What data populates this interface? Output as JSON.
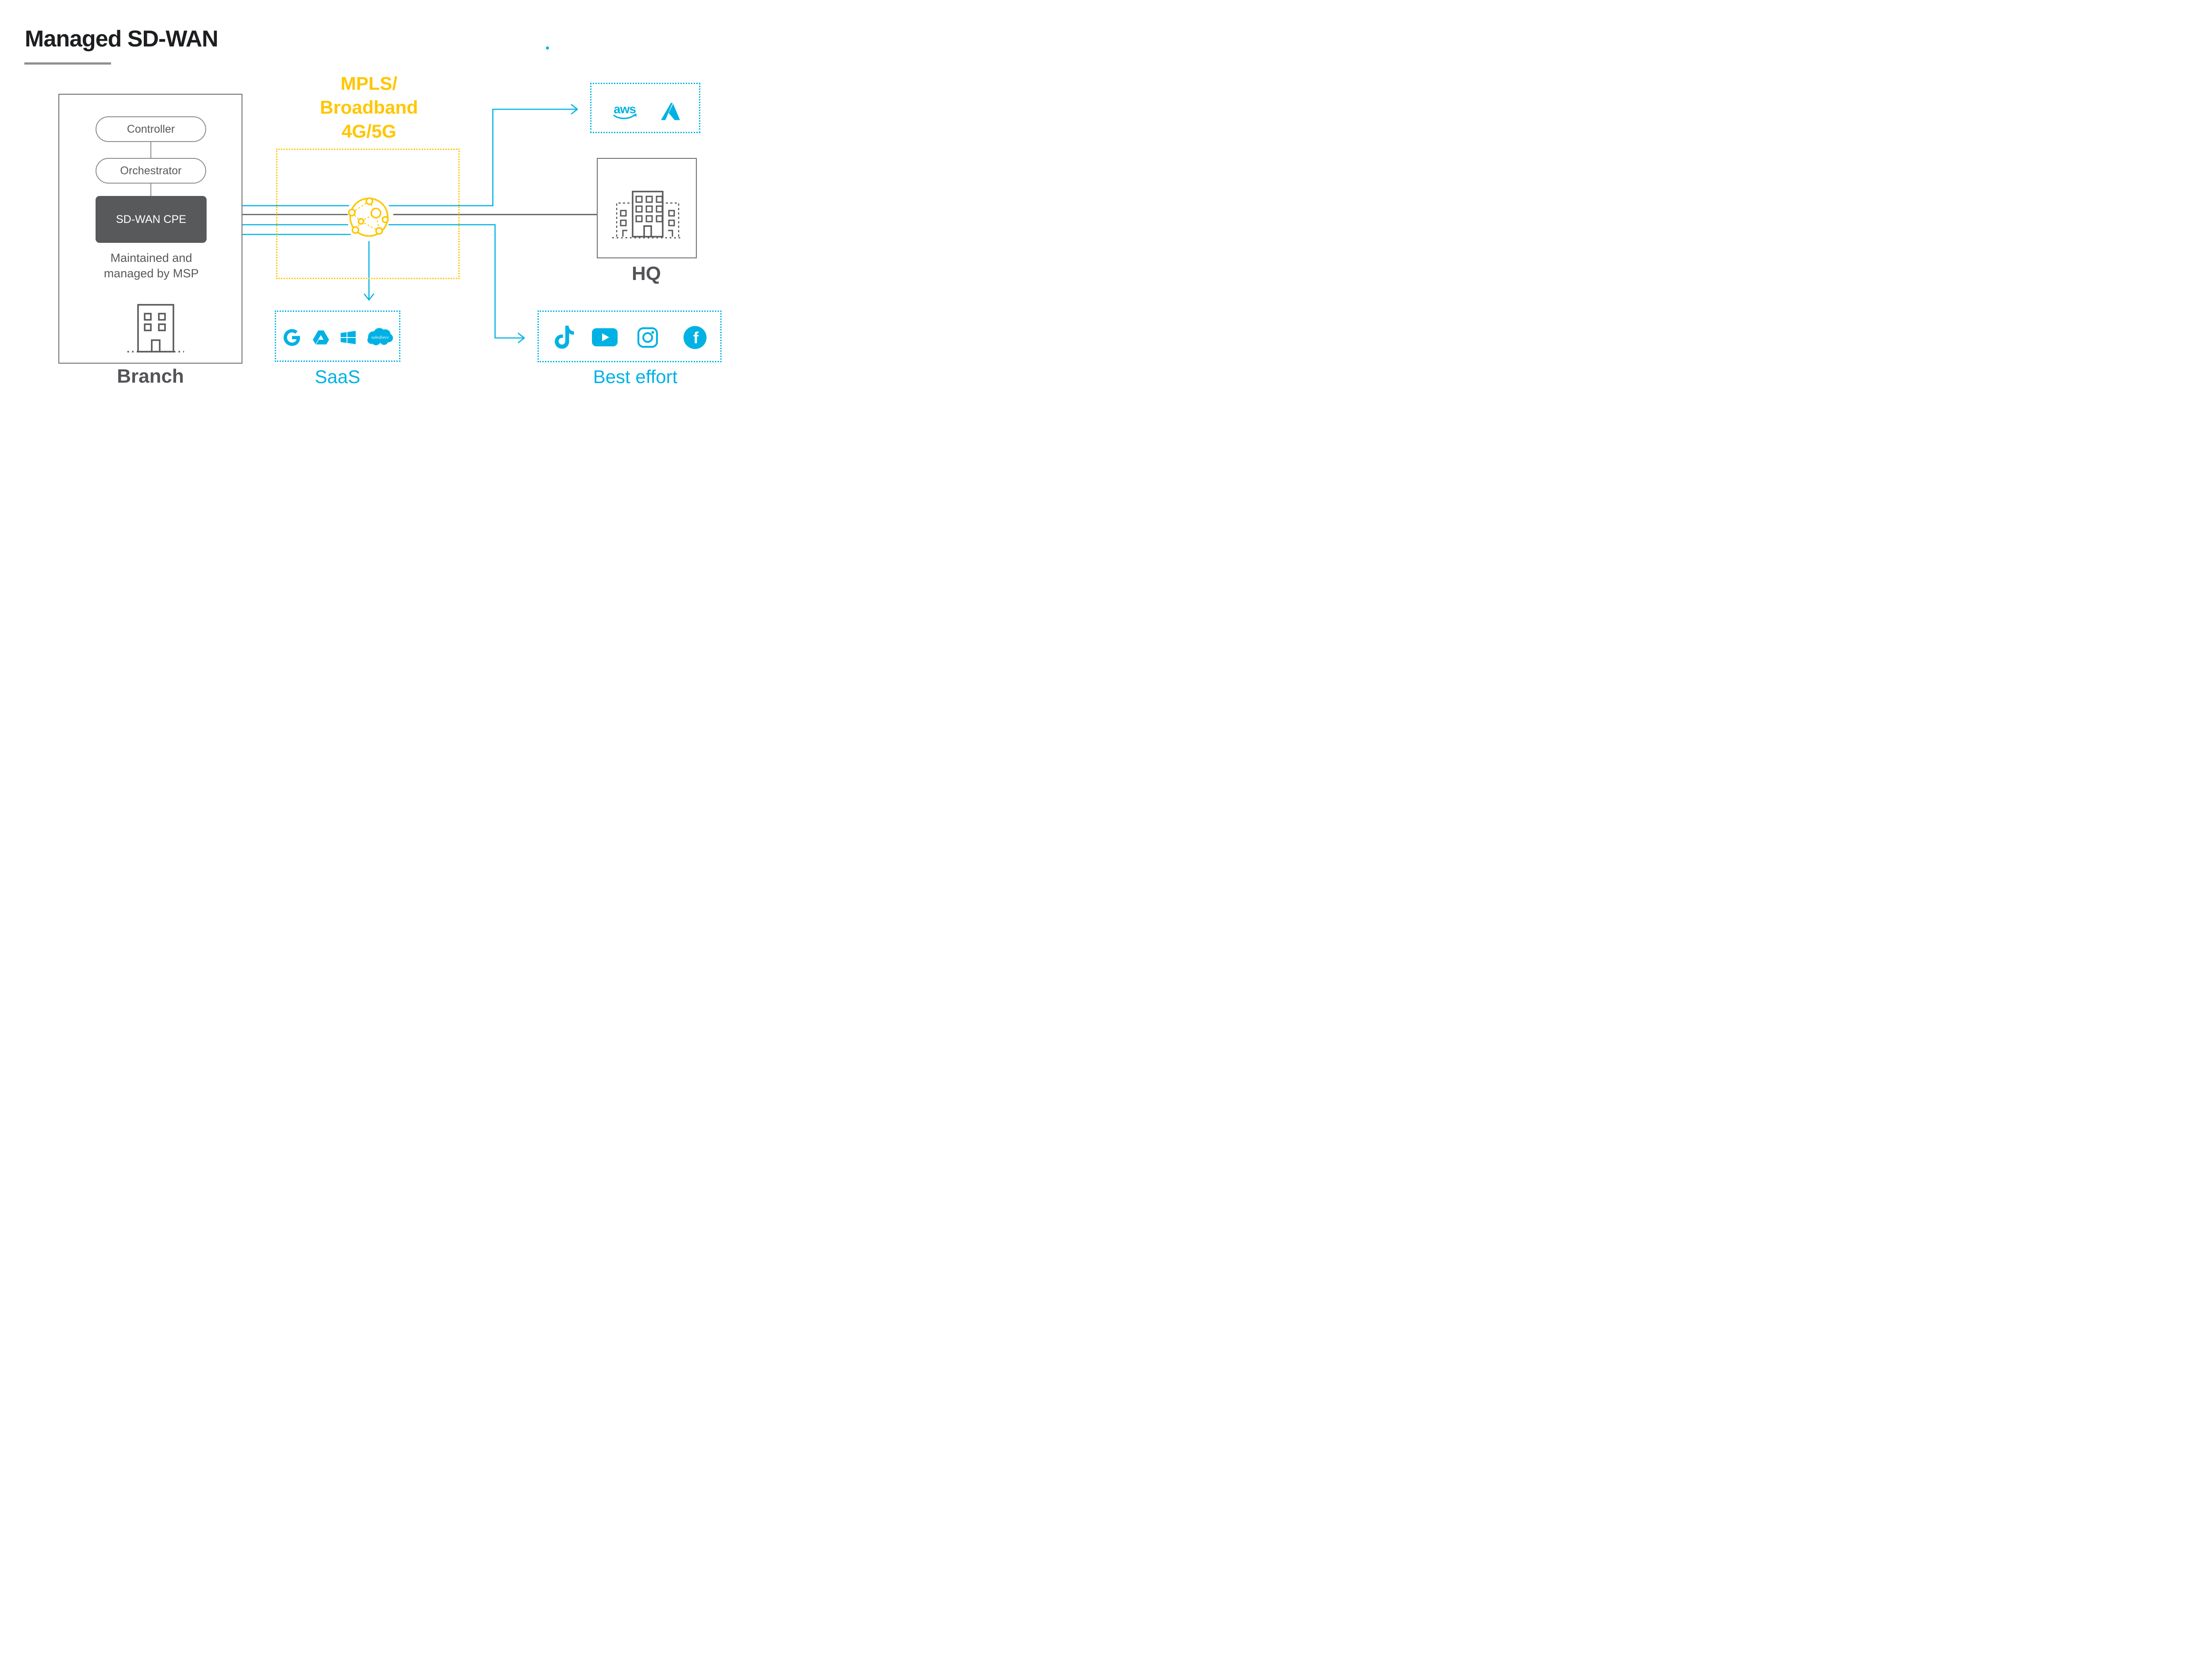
{
  "title": "Managed SD-WAN",
  "colors": {
    "cyan": "#00b2e3",
    "gold": "#ffc600",
    "dark_gray": "#58595b",
    "border_gray": "#6d6e71",
    "underline_gray": "#8e8f92"
  },
  "branch": {
    "label": "Branch",
    "controller_label": "Controller",
    "orchestrator_label": "Orchestrator",
    "cpe_label": "SD-WAN CPE",
    "note_line1": "Maintained and",
    "note_line2": "managed by MSP"
  },
  "transport": {
    "lines": [
      "MPLS/",
      "Broadband",
      "4G/5G"
    ]
  },
  "saas": {
    "label": "SaaS",
    "salesforce_text": "salesforce"
  },
  "cloud_box": {
    "aws_text": "aws"
  },
  "hq": {
    "label": "HQ"
  },
  "best_effort": {
    "label": "Best effort",
    "facebook_letter": "f"
  }
}
